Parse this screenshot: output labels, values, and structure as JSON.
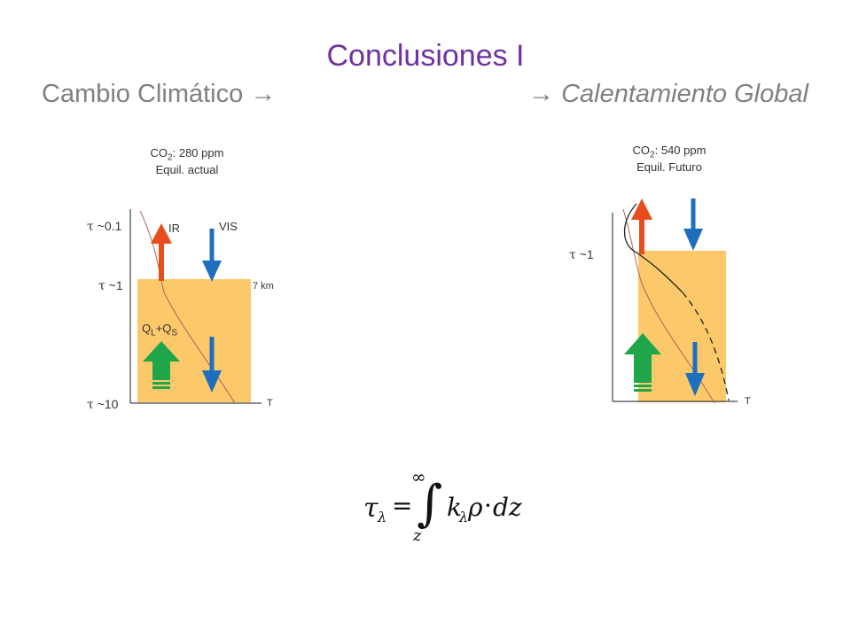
{
  "title": "Conclusiones I",
  "subtitle_left": "Cambio Climático",
  "subtitle_right": "Calentamiento Global",
  "arrow_glyph": "→",
  "tau_glyph": "τ",
  "approx_glyph": "~",
  "left_panel": {
    "co2_label": "CO",
    "co2_sub": "2",
    "co2_value": ": 280 ppm",
    "equil_label": "Equil. actual",
    "tau_top": "0.1",
    "tau_mid": "1",
    "tau_bottom": "10",
    "ir_label": "IR",
    "vis_label": "VIS",
    "height_label": "7 km",
    "flux_label_q1": "Q",
    "flux_sub_l": "L",
    "flux_plus": "+Q",
    "flux_sub_s": "S",
    "axis_label": "T"
  },
  "right_panel": {
    "co2_label": "CO",
    "co2_sub": "2",
    "co2_value": ": 540 ppm",
    "equil_label": "Equil. Futuro",
    "tau_mid": "1",
    "axis_label": "T"
  },
  "equation": {
    "lhs": "τ",
    "lhs_sub": "λ",
    "equals": "=",
    "integral": "∫",
    "upper": "∞",
    "lower": "z",
    "k": "k",
    "k_sub": "λ",
    "rho": "ρ",
    "dot": "·",
    "dz": "dz"
  },
  "colors": {
    "title": "#7030a0",
    "subtitle": "#808080",
    "box": "#fbc96a",
    "ir_arrow": "#e84d1c",
    "vis_arrow": "#1f6fbf",
    "flux_arrow": "#1fa64a",
    "profile_line": "#b06060"
  }
}
